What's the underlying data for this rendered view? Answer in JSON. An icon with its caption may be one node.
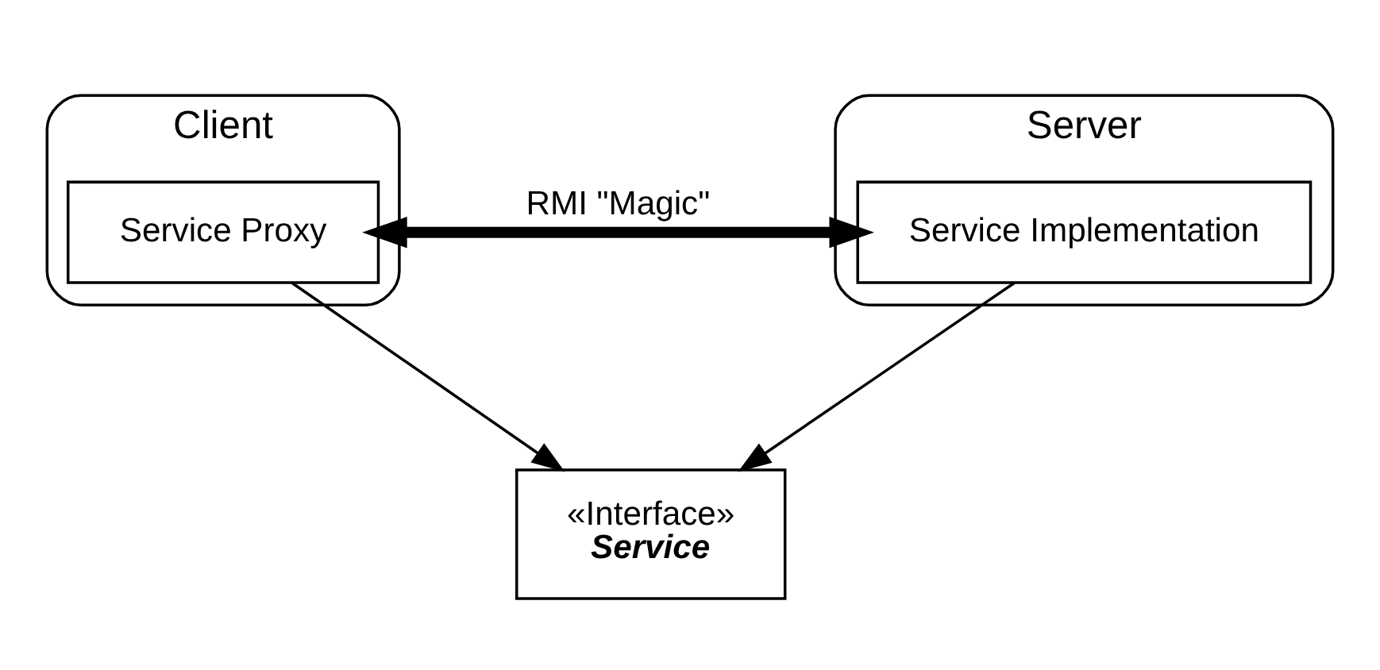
{
  "diagram": {
    "nodes": [
      {
        "text": [
          "«Interface»",
          "Service"
        ]
      },
      {
        "text": [
          "Client"
        ]
      },
      {
        "text": [
          "Service Proxy"
        ],
        "in": 1
      },
      {
        "text": [
          "Server"
        ]
      },
      {
        "text": [
          "Service Implementation"
        ],
        "in": 3
      }
    ],
    "edges": [
      {
        "from": 2,
        "to": 0,
        "arrow": "to"
      },
      {
        "from": 4,
        "to": 0,
        "arrow": "to"
      },
      {
        "from": 2,
        "to": 4,
        "arrow": "both",
        "label": "RMI \"Magic\"",
        "style": "thick"
      }
    ]
  }
}
